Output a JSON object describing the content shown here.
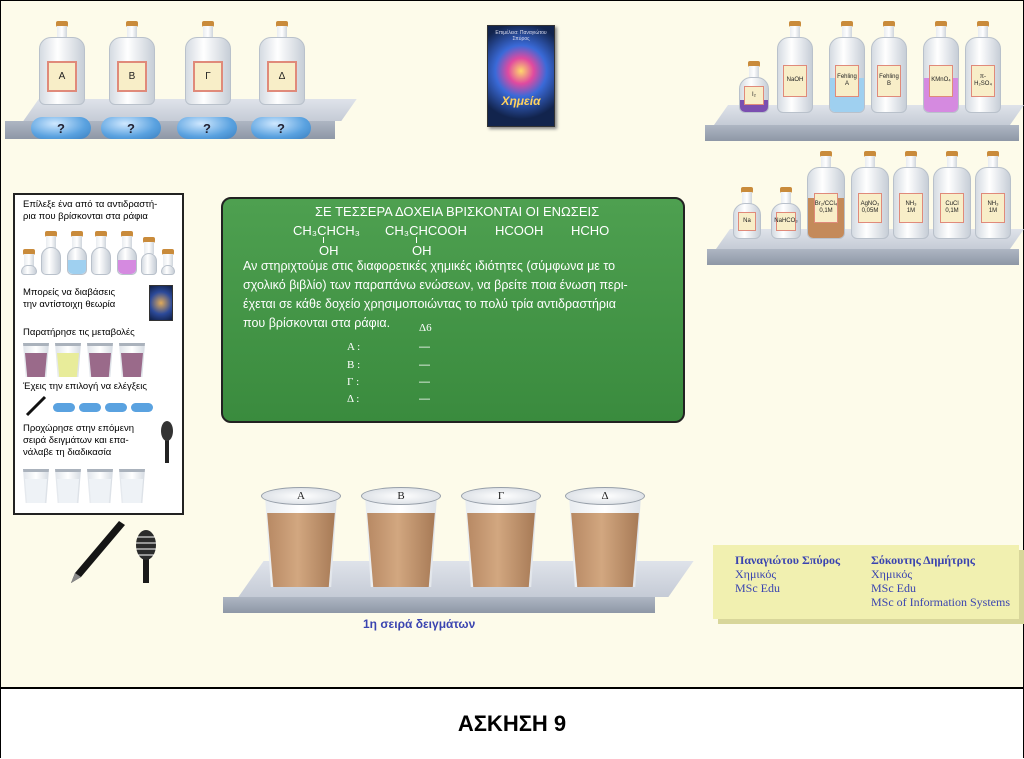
{
  "top_left_bottles": [
    "Α",
    "Β",
    "Γ",
    "Δ"
  ],
  "pill_labels": [
    "?",
    "?",
    "?",
    "?"
  ],
  "book": {
    "author": "Επιμέλεια: Παναγιώτου Σπύρος",
    "title": "Χημεία"
  },
  "shelf1_bottles": [
    "I₂",
    "NaOH",
    "Fehling A",
    "Fehling B",
    "KMnO₄",
    "π- H₂SO₄"
  ],
  "shelf2_bottles": [
    "Na",
    "NaHCO₃",
    "Br₂/CCl₄ 0,1M",
    "AgNO₃ 0,05M",
    "NH₃ 1M",
    "CuCl 0,1M",
    "NH₃ 1M"
  ],
  "panel": {
    "step1": "Επίλεξε ένα από τα αντιδραστή-",
    "step1b": "ρια που βρίσκονται στα ράφια",
    "step2": "Μπορείς να διαβάσεις",
    "step2b": "την αντίστοιχη θεωρία",
    "step3": "Παρατήρησε τις μεταβολές",
    "step4": "Έχεις την επιλογή να ελέγξεις",
    "step5": "Προχώρησε στην επόμενη",
    "step5b": "σειρά δειγμάτων και επα-",
    "step5c": "νάλαβε τη διαδικασία"
  },
  "board": {
    "heading": "ΣΕ ΤΕΣΣΕΡΑ ΔΟΧΕΙΑ ΒΡΙΣΚΟΝΤΑΙ ΟΙ ΕΝΩΣΕΙΣ",
    "compounds": [
      "CH₃CHCH₃",
      "CH₃CHCOOH",
      "HCOOH",
      "HCHO"
    ],
    "oh": [
      "OH",
      "OH"
    ],
    "paragraph_lines": [
      "Αν στηριχτούμε στις διαφορετικές χημικές ιδιότητες (σύμφωνα με το",
      "σχολικό βιβλίο) των παραπάνω ενώσεων, να βρείτε ποια ένωση περι-",
      "έχεται σε κάθε δοχείο χρησιμοποιώντας το πολύ τρία αντιδραστήρια",
      "που βρίσκονται στα ράφια."
    ],
    "delta_label": "Δ6",
    "answers": [
      {
        "label": "Α :",
        "value": "—"
      },
      {
        "label": "Β :",
        "value": "—"
      },
      {
        "label": "Γ :",
        "value": "—"
      },
      {
        "label": "Δ :",
        "value": "—"
      }
    ]
  },
  "cups": [
    "Α",
    "Β",
    "Γ",
    "Δ"
  ],
  "series_label": "1η σειρά δειγμάτων",
  "authors": {
    "a1_name": "Παναγιώτου Σπύρος",
    "a1_role": "Χημικός",
    "a1_deg": "MSc Edu",
    "a2_name": "Σόκουτης Δημήτρης",
    "a2_role": "Χημικός",
    "a2_deg": "MSc Edu",
    "a2_deg2": "MSc of Information Systems"
  },
  "footer_title": "ΑΣΚΗΣΗ 9",
  "colors": {
    "board": "#3a8b3e",
    "accent_blue": "#3a44b0",
    "liquid": "#c9a07a"
  }
}
